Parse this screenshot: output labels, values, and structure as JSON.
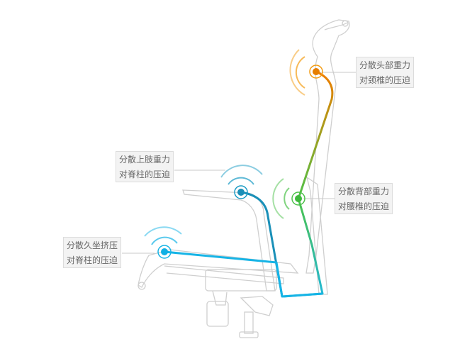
{
  "callouts": [
    {
      "line1": "分散头部重力",
      "line2": "对颈椎的压迫",
      "color": "#f39c12"
    },
    {
      "line1": "分散上肢重力",
      "line2": "对脊柱的压迫",
      "color": "#1a9bc4"
    },
    {
      "line1": "分散背部重力",
      "line2": "对腰椎的压迫",
      "color": "#4cc24a"
    },
    {
      "line1": "分散久坐挤压",
      "line2": "对脊柱的压迫",
      "color": "#16b4e6"
    }
  ]
}
